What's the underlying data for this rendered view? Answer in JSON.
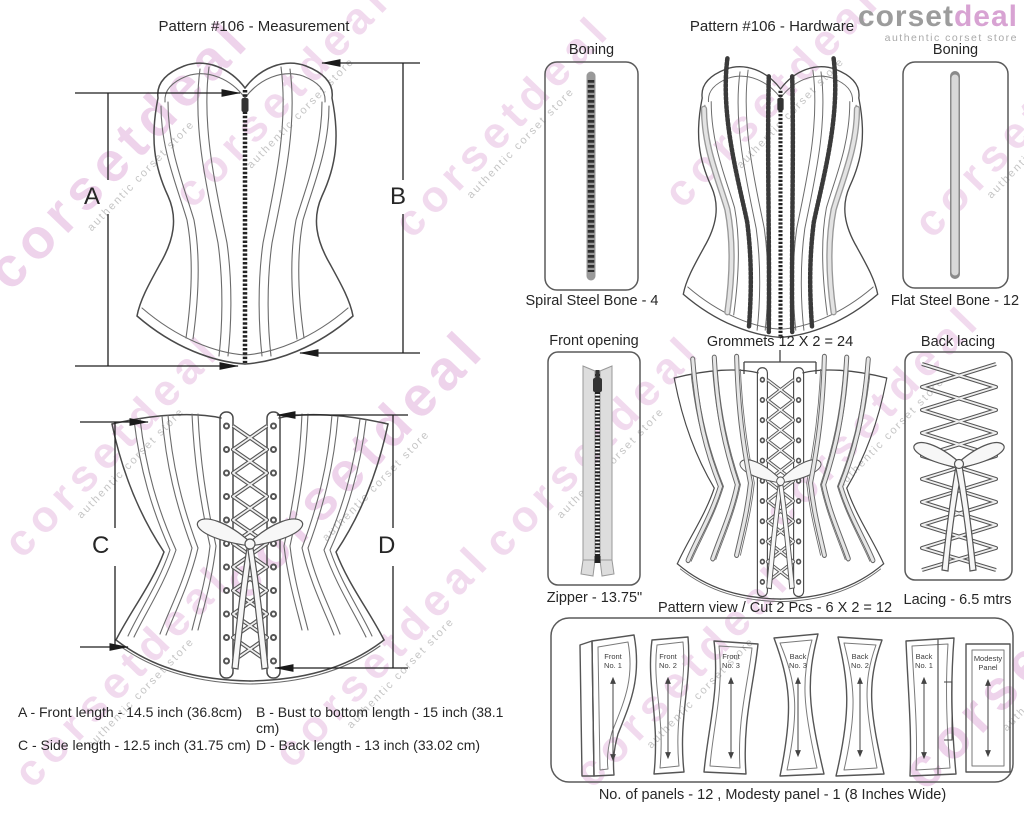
{
  "logo": {
    "brand_gray": "corset",
    "brand_pink": "deal",
    "tagline": "authentic corset store"
  },
  "watermark": {
    "text": "corsetdeal",
    "tagline": "authentic corset store"
  },
  "measurement": {
    "title": "Pattern #106 -  Measurement",
    "dims": {
      "a": "A",
      "b": "B",
      "c": "C",
      "d": "D"
    },
    "notes": {
      "a": "A - Front length - 14.5 inch (36.8cm)",
      "b": "B - Bust to bottom length - 15 inch (38.1 cm)",
      "c": "C - Side length - 12.5 inch (31.75 cm)",
      "d": "D - Back length - 13 inch (33.02 cm)"
    }
  },
  "hardware": {
    "title": "Pattern #106 -  Hardware",
    "boning_spiral": {
      "top": "Boning",
      "bottom": "Spiral Steel Bone - 4"
    },
    "boning_flat": {
      "top": "Boning",
      "bottom": "Flat Steel Bone - 12"
    },
    "front_opening": {
      "top": "Front opening",
      "bottom": "Zipper - 13.75\""
    },
    "grommets": {
      "label": "Grommets 12 X 2 = 24"
    },
    "back_lacing": {
      "top": "Back lacing",
      "bottom": "Lacing - 6.5 mtrs"
    },
    "pattern_view": {
      "title": "Pattern view  /  Cut 2 Pcs - 6 X 2 = 12",
      "pieces": [
        {
          "line1": "Front",
          "line2": "No. 1"
        },
        {
          "line1": "Front",
          "line2": "No. 2"
        },
        {
          "line1": "Front",
          "line2": "No. 3"
        },
        {
          "line1": "Back",
          "line2": "No. 3"
        },
        {
          "line1": "Back",
          "line2": "No. 2"
        },
        {
          "line1": "Back",
          "line2": "No. 1"
        },
        {
          "line1": "Modesty",
          "line2": "Panel"
        }
      ],
      "footer": "No. of panels - 12  , Modesty panel - 1 (8 Inches Wide)"
    }
  }
}
